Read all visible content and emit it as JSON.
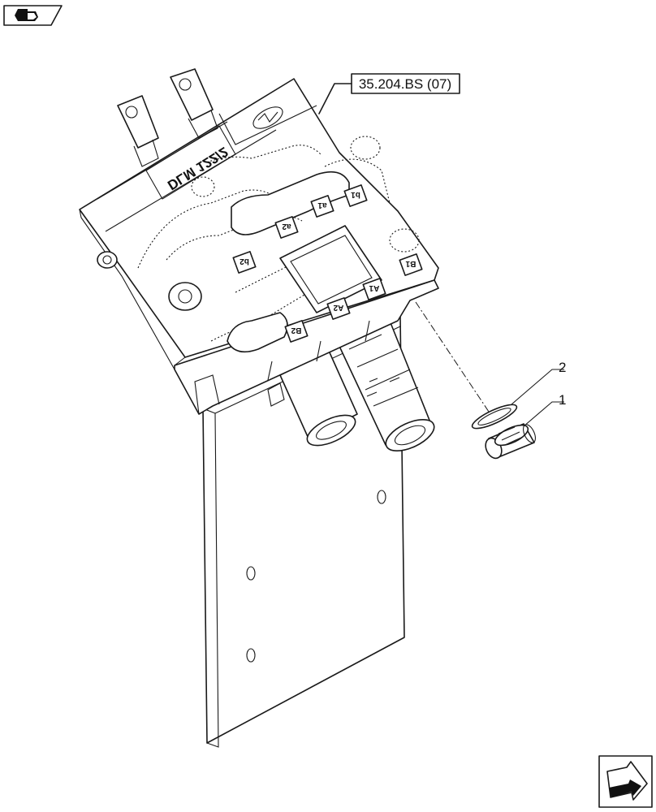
{
  "reference_label": "35.204.BS (07)",
  "callouts": [
    {
      "id": "1",
      "text": "1"
    },
    {
      "id": "2",
      "text": "2"
    }
  ],
  "casting_mark": "DLM 122/2",
  "port_labels": [
    "a1",
    "b1",
    "a2",
    "b2",
    "B1",
    "A1",
    "A2",
    "B2"
  ],
  "icons": {
    "top_left": "page-nav-icon",
    "bottom_right": "next-page-arrow-icon",
    "casting_logo": "manufacturer-logo-icon"
  }
}
